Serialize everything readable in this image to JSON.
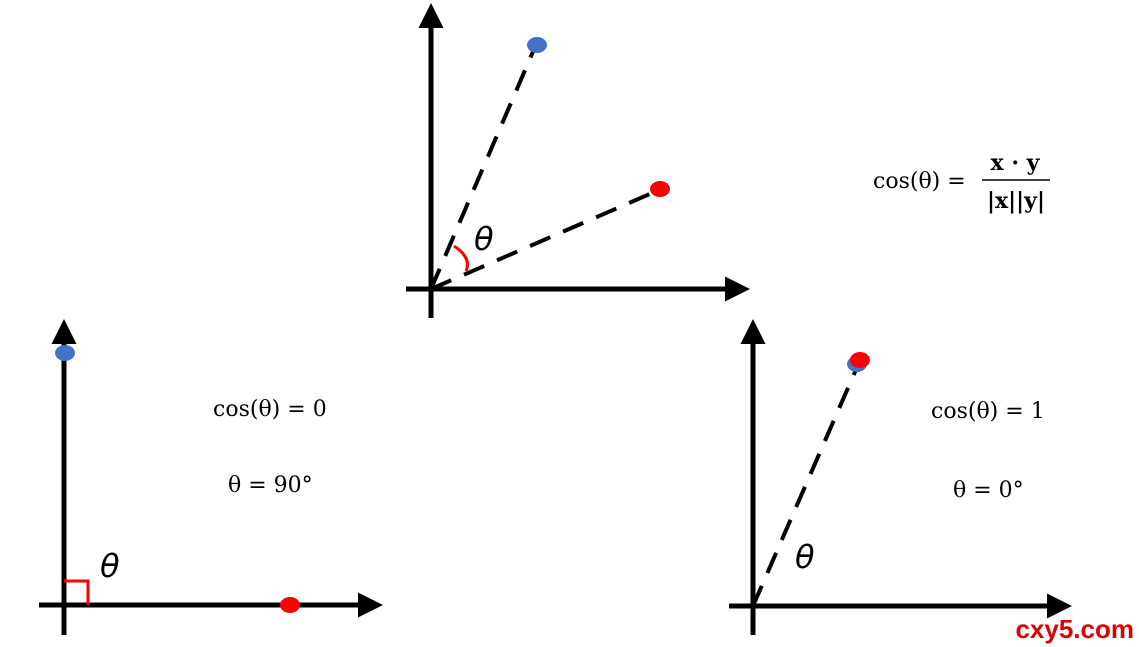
{
  "colors": {
    "axis": "#000000",
    "blue_point": "#4472c4",
    "red_point": "#ff0000",
    "angle_mark": "#ff0000",
    "watermark": "#e10000"
  },
  "panels": {
    "top": {
      "theta_label": "θ",
      "formula": {
        "lhs": "cos(θ) =",
        "numerator": "x · y",
        "denominator": "|x||y|"
      }
    },
    "left": {
      "theta_label": "θ",
      "eq1": "cos(θ) = 0",
      "eq2": "θ = 90°"
    },
    "right": {
      "theta_label": "θ",
      "eq1": "cos(θ) = 1",
      "eq2": "θ = 0°"
    }
  },
  "watermark": "cxy5.com"
}
